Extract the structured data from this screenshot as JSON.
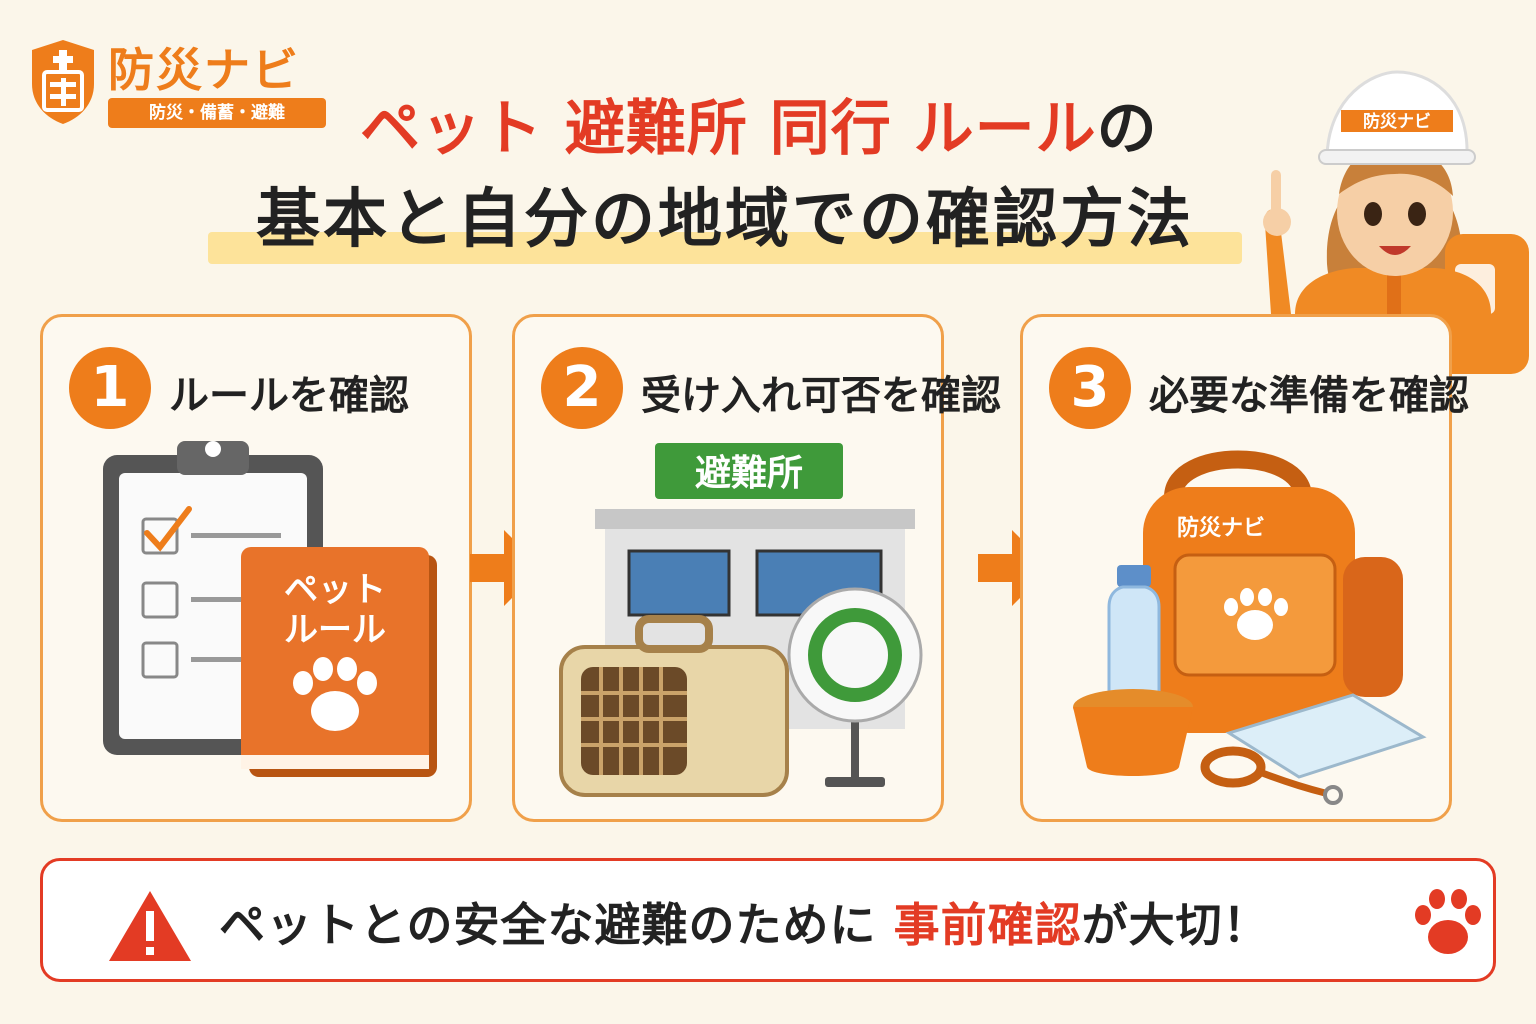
{
  "brand": {
    "name": "防災ナビ",
    "tagline": "防災・備蓄・避難",
    "color": "#ee7d1b"
  },
  "title": {
    "line1": "ペット 避難所 同行 ルール",
    "line1_suffix": "の",
    "line2": "基本と自分の地域での確認方法"
  },
  "mascot": {
    "helmet_text": "防災ナビ",
    "icon": "guide-girl-pointing"
  },
  "steps": [
    {
      "number": "1",
      "label": "ルールを確認",
      "book_line1": "ペット",
      "book_line2": "ルール",
      "icons": [
        "clipboard-checklist-icon",
        "pet-rule-book-icon"
      ]
    },
    {
      "number": "2",
      "label": "受け入れ可否を確認",
      "sign": "避難所",
      "icons": [
        "shelter-building-icon",
        "pet-carrier-icon",
        "ok-circle-sign-icon"
      ]
    },
    {
      "number": "3",
      "label": "必要な準備を確認",
      "bag_text": "防災ナビ",
      "icons": [
        "backpack-icon",
        "water-bottle-icon",
        "pet-bowl-icon",
        "pet-sheet-icon",
        "leash-icon"
      ]
    }
  ],
  "banner": {
    "text_pre": "ペットとの安全な避難のために ",
    "text_highlight": "事前確認",
    "text_post": "が大切！",
    "icons": [
      "warning-icon",
      "paw-icon"
    ]
  },
  "colors": {
    "accent_orange": "#ee7d1b",
    "title_red": "#e33b24",
    "highlight_yellow": "#fde39a",
    "ok_green": "#3f9a3a"
  }
}
